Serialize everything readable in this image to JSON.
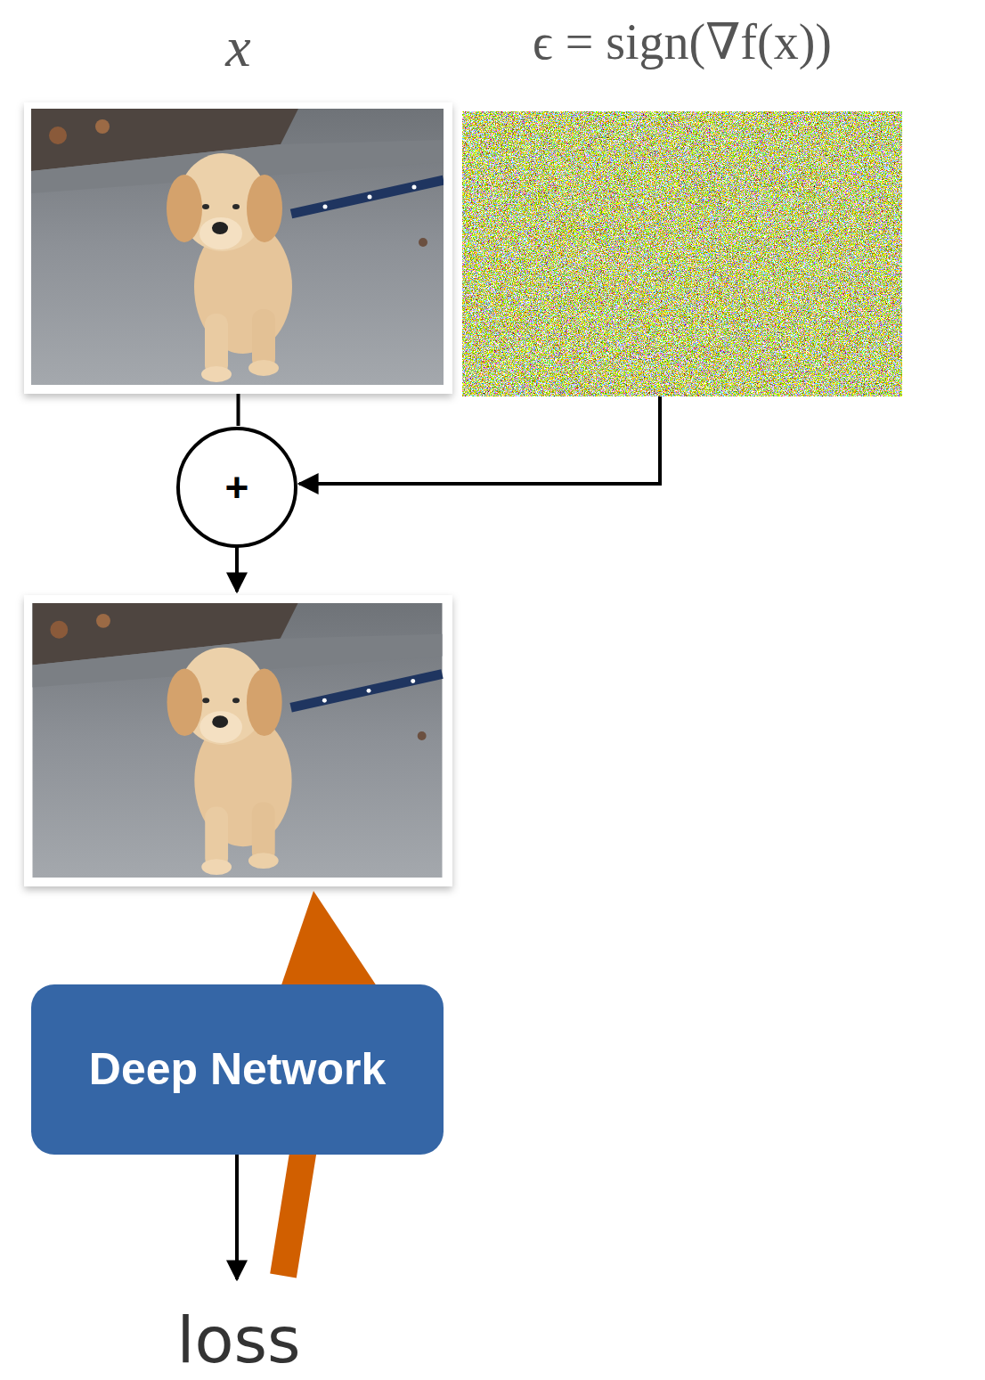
{
  "diagram": {
    "nodes": [
      {
        "text": [
          "x"
        ]
      },
      {
        "text": [
          "ϵ = sign(∇f(x))"
        ]
      },
      {
        "text": [
          "+"
        ]
      },
      {
        "text": [
          "Deep Network"
        ]
      }
    ],
    "edges": [
      {
        "from": 0,
        "to": 2,
        "arrow": "none"
      },
      {
        "from": 1,
        "to": 2,
        "arrow": "to"
      }
    ],
    "labels": [
      "loss"
    ]
  }
}
